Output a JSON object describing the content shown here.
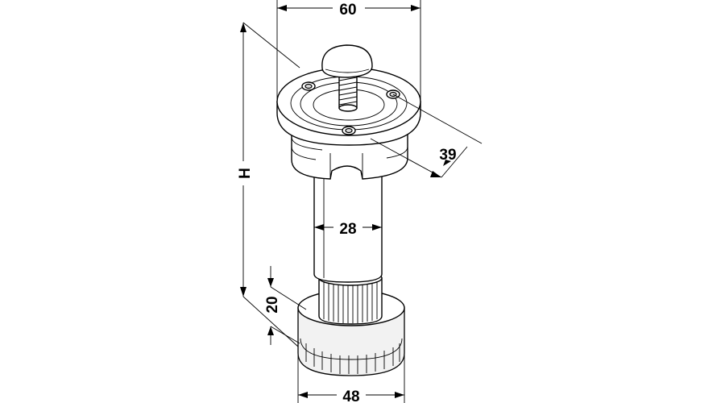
{
  "diagram": {
    "dimensions": {
      "width_top": "60",
      "height": "H",
      "flange": "39",
      "tube": "28",
      "collar": "20",
      "base": "48"
    }
  }
}
